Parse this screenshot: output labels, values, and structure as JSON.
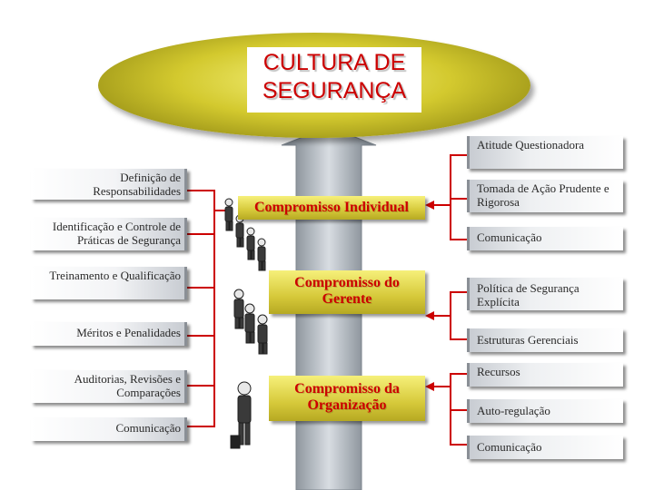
{
  "title": "CULTURA DE SEGURANÇA",
  "center": {
    "individual": "Compromisso Individual",
    "gerente": "Compromisso do Gerente",
    "organizacao": "Compromisso da Organização"
  },
  "left_items": [
    "Definição de Responsabilidades",
    "Identificação e Controle de Práticas de Segurança",
    "Treinamento e Qualificação",
    "Méritos e Penalidades",
    "Auditorias, Revisões e Comparações",
    "Comunicação"
  ],
  "right_items": [
    "Atitude Questionadora",
    "Tomada de Ação Prudente e Rigorosa",
    "Comunicação",
    "Política de Segurança Explícita",
    "Estruturas Gerenciais",
    "Recursos",
    "Auto-regulação",
    "Comunicação"
  ],
  "colors": {
    "title": "#cc0000",
    "ellipse": "#d3c92e",
    "lines": "#cc0000",
    "arrow": "#9aa3ab"
  }
}
